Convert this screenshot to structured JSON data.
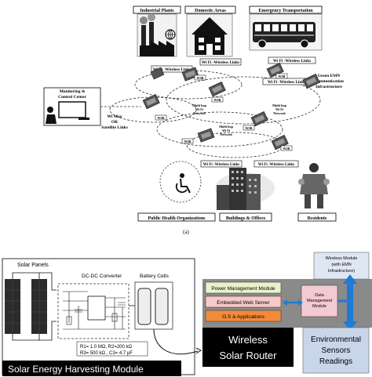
{
  "top": {
    "industrial": "Industrial Plants",
    "domestic": "Domestic Areas",
    "emergency": "Emergency  Transportation",
    "monitoring_1": "Monitoring &",
    "monitoring_2": "Control Center",
    "green_1": "Green EMN",
    "green_2": "Communication",
    "green_3": "Infrastructure",
    "wimax_1": "Wi Max",
    "wimax_2": "OR",
    "wimax_3": "Satellite  Links",
    "wifi_links": "Wi Fi -Wireless  Links",
    "wifi_links_b": "Wi Fi -Wireless Links",
    "wifi_wireless_links_b": "Wi Fi -Wireless Links",
    "multihop": [
      "Multi hop",
      "Wi Fi",
      "Network"
    ],
    "wsr": "WSR",
    "public_health": "Public Health Organizations",
    "buildings": "Buildings & Offices",
    "residents": "Residents",
    "caption": "(a)"
  },
  "bottom": {
    "solar_panels": "Solar Panels",
    "dcdc": "DC-DC Converter",
    "battery": "Battery Cells",
    "r1": "R1= 1.0 MΩ, R2=200 kΩ",
    "r3": "R3= 500 kΩ , C3= 4.7 µF",
    "harvest": "Solar Energy Harvesting Module",
    "power_mgmt": "Power Management Module",
    "web_server": "Embedded Web Server",
    "os_apps": "O.S & Applications",
    "data_mgmt_1": "Data",
    "data_mgmt_2": "Management",
    "data_mgmt_3": "Module",
    "wireless_mod_1": "Wireless Module",
    "wireless_mod_2": "(with EMN",
    "wireless_mod_3": "Infrastructure)",
    "wsr_1": "Wireless",
    "wsr_2": "Solar Router",
    "env_1": "Environmental",
    "env_2": "Sensors",
    "env_3": "Readings"
  },
  "colors": {
    "power_mgmt": "#e9f2c9",
    "web_server": "#f7c9c9",
    "os_apps": "#f28a3b",
    "data_mgmt": "#f3c9d2",
    "wireless_mod": "#dfe7f3",
    "env_box": "#c9d6ea",
    "router_bg": "#8a8a8a",
    "arrow_blue": "#1f7bd6"
  }
}
